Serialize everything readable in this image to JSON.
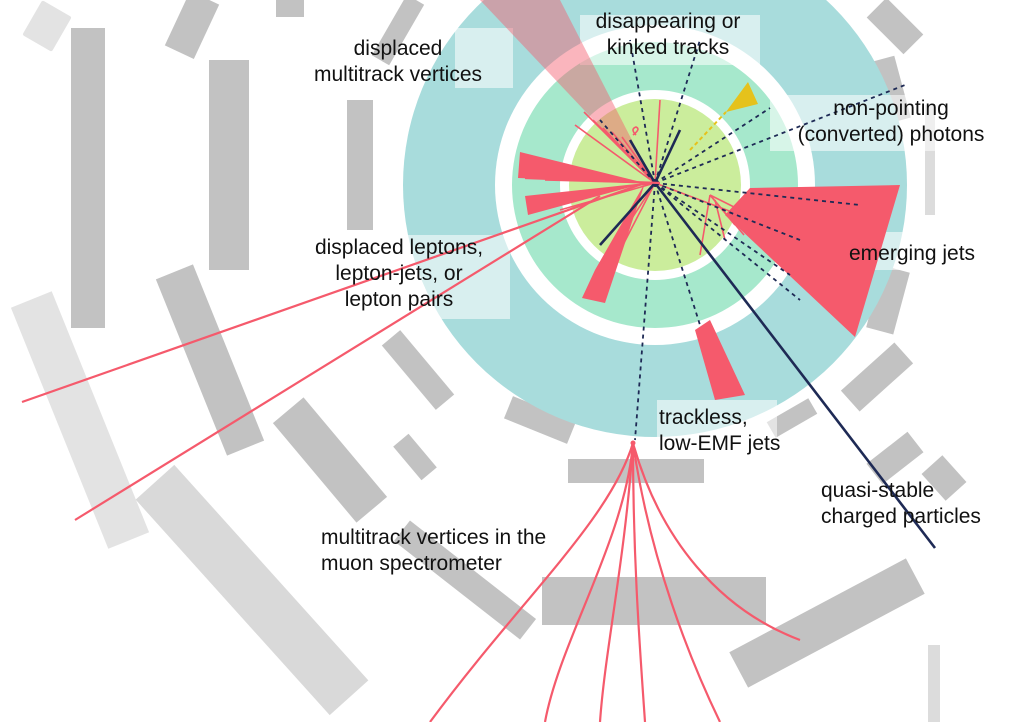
{
  "colors": {
    "outer_ring": "#a8dcdc",
    "inner_ring": "#a6e8cc",
    "core": "#cbed9c",
    "signature": "#f55a6c",
    "neutral_track": "#1e2a55",
    "photon": "#e5c21c",
    "detector_block": "#bdbdbd",
    "detector_block_faint": "#e3e3e3"
  },
  "labels": {
    "displaced_multitrack": [
      "displaced",
      "multitrack vertices"
    ],
    "disappearing": [
      "disappearing or",
      "kinked tracks"
    ],
    "nonpointing": [
      "non-pointing",
      "(converted) photons"
    ],
    "emerging": [
      "emerging jets"
    ],
    "displaced_leptons": [
      "displaced leptons,",
      "lepton-jets, or",
      "lepton pairs"
    ],
    "trackless": [
      "trackless,",
      "low-EMF jets"
    ],
    "quasistable": [
      "quasi-stable",
      "charged particles"
    ],
    "muon_vertices": [
      "multitrack vertices in the",
      "muon spectrometer"
    ]
  }
}
